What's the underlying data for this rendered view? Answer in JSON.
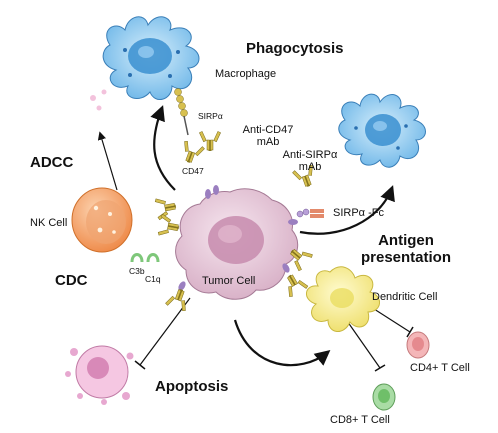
{
  "labels": {
    "phagocytosis": "Phagocytosis",
    "macrophage": "Macrophage",
    "sirpa_small": "SIRPα",
    "anti_cd47_line1": "Anti-CD47",
    "anti_cd47_line2": "mAb",
    "cd47": "CD47",
    "anti_sirpa_line1": "Anti-SIRPα",
    "anti_sirpa_line2": "mAb",
    "sirpa_fc": "SIRPα -Fc",
    "adcc": "ADCC",
    "nk_cell": "NK Cell",
    "cdc": "CDC",
    "c3b": "C3b",
    "c1q": "C1q",
    "tumor_cell": "Tumor Cell",
    "antigen_line1": "Antigen",
    "antigen_line2": "presentation",
    "dendritic_cell": "Dendritic Cell",
    "cd4_t_cell": "CD4+ T Cell",
    "cd8_t_cell": "CD8+ T Cell",
    "apoptosis": "Apoptosis"
  },
  "colors": {
    "macrophage": "#8ecaf0",
    "macrophage_nucleus": "#3a8fd0",
    "tumor": "#e6c8d8",
    "tumor_nucleus": "#c98fb0",
    "nk": "#f7a86c",
    "dendritic": "#f6ee8c",
    "cd4": "#f4b6b8",
    "cd8": "#a9dca5",
    "apoptotic": "#e7a8d0",
    "antibody": "#d7c050",
    "receptor_purple": "#9b7fc0",
    "complement": "#7ec77a",
    "arrow": "#111111"
  }
}
